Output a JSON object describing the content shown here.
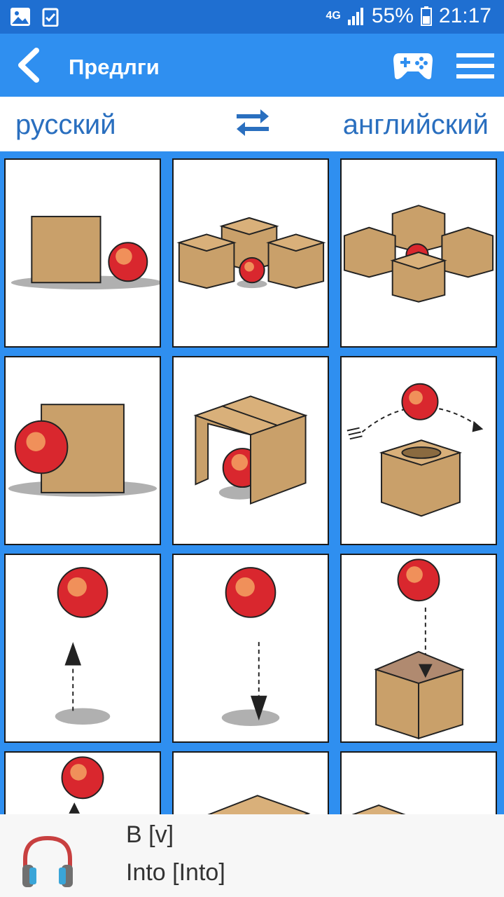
{
  "status": {
    "network": "4G",
    "battery": "55%",
    "time": "21:17",
    "icons": [
      "gallery-icon",
      "clipboard-check-icon",
      "signal-icon",
      "battery-icon"
    ]
  },
  "appbar": {
    "title": "Предлги",
    "back_icon": "back-icon",
    "game_icon": "gamepad-icon",
    "menu_icon": "menu-icon"
  },
  "languages": {
    "source": "русский",
    "target": "английский",
    "swap_icon": "swap-icon"
  },
  "grid": {
    "columns": 3,
    "cells": [
      "next-to",
      "between",
      "among",
      "in-front-of",
      "under",
      "over",
      "up",
      "down",
      "into",
      "partial-ball-up",
      "partial-box",
      "partial-box"
    ]
  },
  "player": {
    "headphones_icon": "headphones-icon",
    "line1": "В  [v]",
    "line2": "Into  [Into]"
  },
  "colors": {
    "primary": "#2f8ff0",
    "statusbar": "#1f6fd1",
    "language_text": "#2a6fbf",
    "box": "#c9a06a",
    "ball": "#d9272e"
  }
}
